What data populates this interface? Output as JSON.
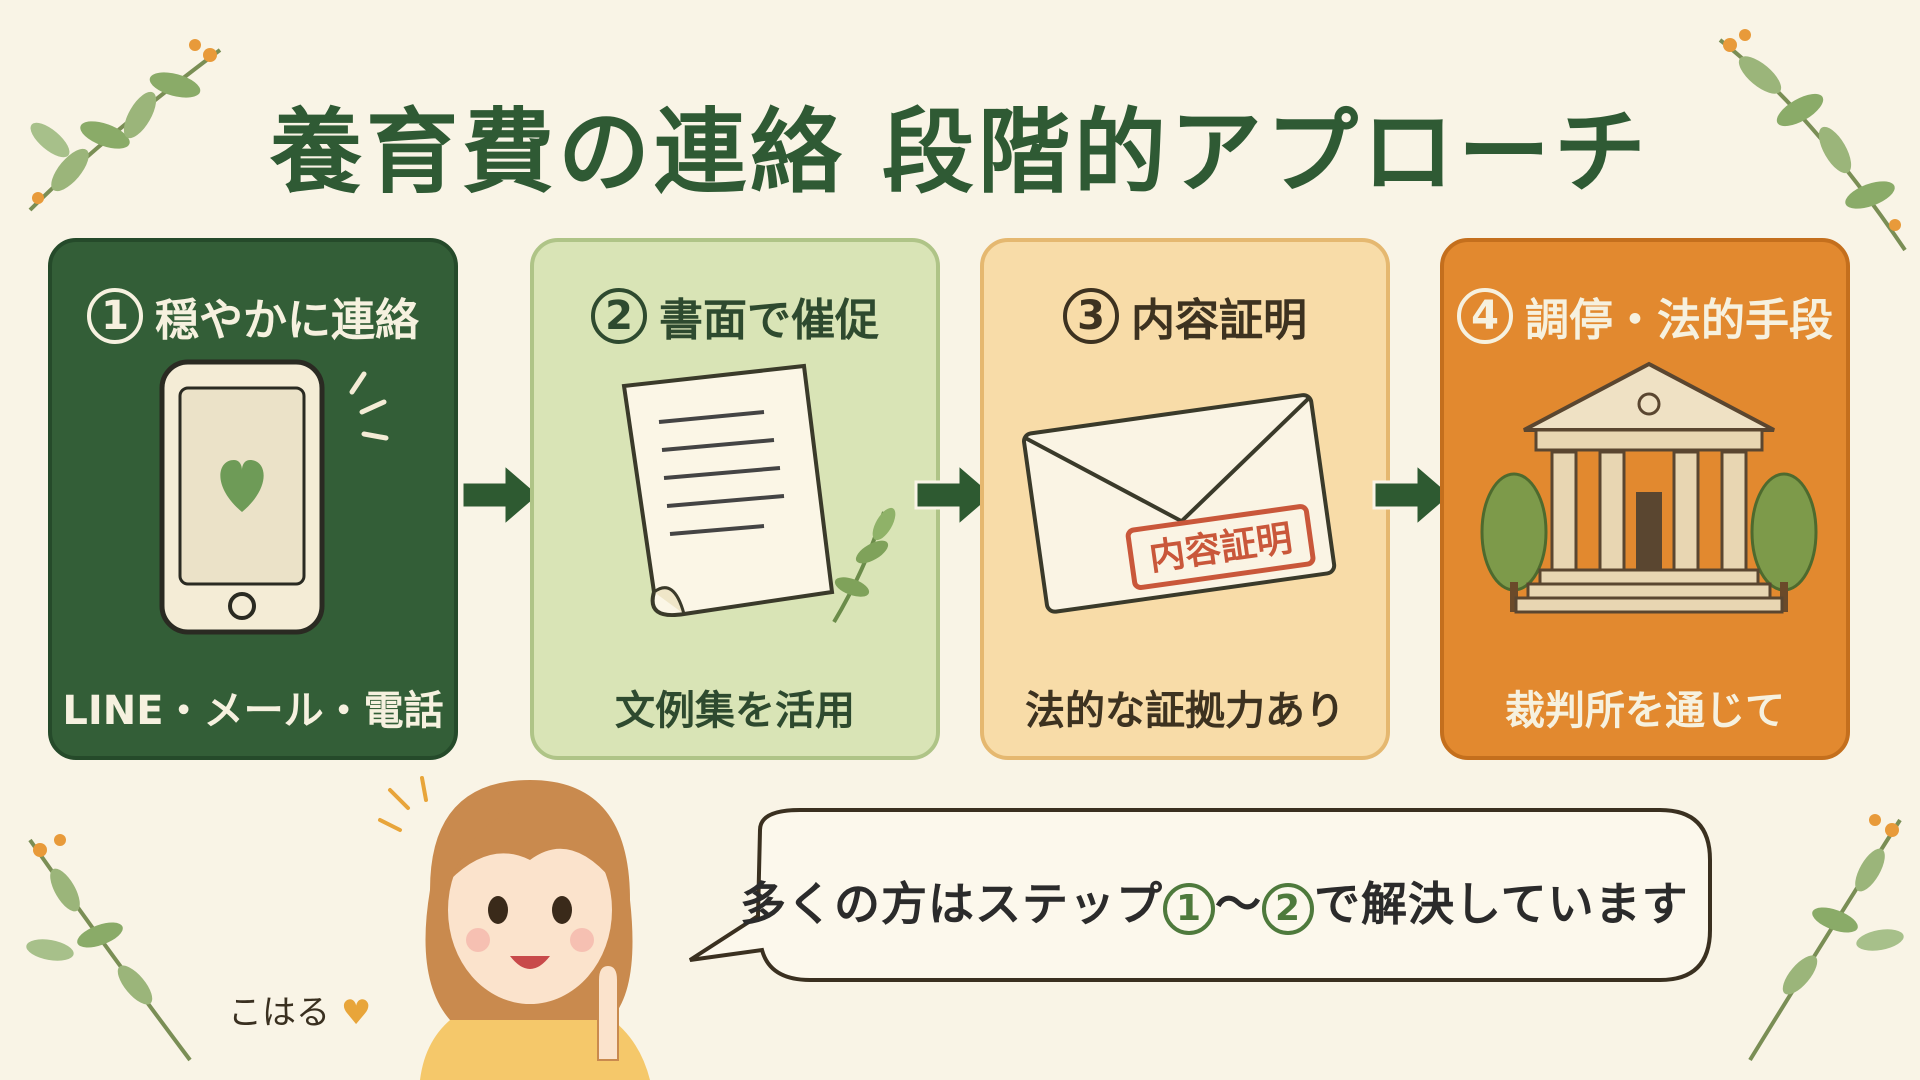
{
  "title": "養育費の連絡 段階的アプローチ",
  "steps": [
    {
      "number": "1",
      "title": "穏やかに連絡",
      "subtitle": "LINE・メール・電話",
      "icon": "smartphone-heart-icon",
      "color": "#335e37"
    },
    {
      "number": "2",
      "title": "書面で催促",
      "subtitle": "文例集を活用",
      "icon": "document-icon",
      "color": "#d9e4b6"
    },
    {
      "number": "3",
      "title": "内容証明",
      "subtitle": "法的な証拠力あり",
      "icon": "envelope-icon",
      "stamp": "内容証明",
      "color": "#f8dca8"
    },
    {
      "number": "4",
      "title": "調停・法的手段",
      "subtitle": "裁判所を通じて",
      "icon": "courthouse-icon",
      "color": "#e2892f"
    }
  ],
  "speech": {
    "before": "多くの方はステップ",
    "n1": "1",
    "between": "～",
    "n2": "2",
    "after": "で解決しています"
  },
  "character": {
    "name": "こはる",
    "heart": "♥"
  }
}
